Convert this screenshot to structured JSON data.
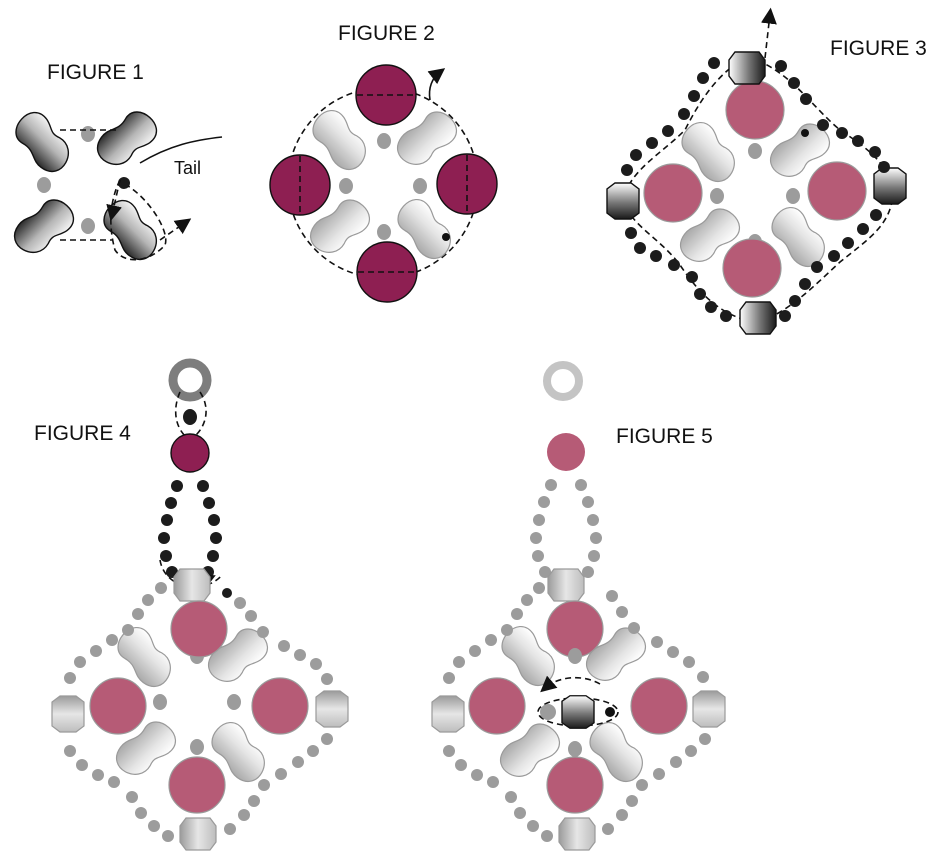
{
  "labels": {
    "figure1": "FIGURE 1",
    "figure2": "FIGURE 2",
    "figure3": "FIGURE 3",
    "figure4": "FIGURE 4",
    "figure5": "FIGURE 5",
    "tail": "Tail"
  },
  "colors": {
    "magenta_dark": "#8e1f52",
    "rose": "#b65b76",
    "seed_black": "#1c1c1c",
    "seed_gray": "#9c9c9c",
    "ring_dark": "#7d7d7d",
    "ring_light": "#c4c4c4",
    "thread": "#111111"
  }
}
